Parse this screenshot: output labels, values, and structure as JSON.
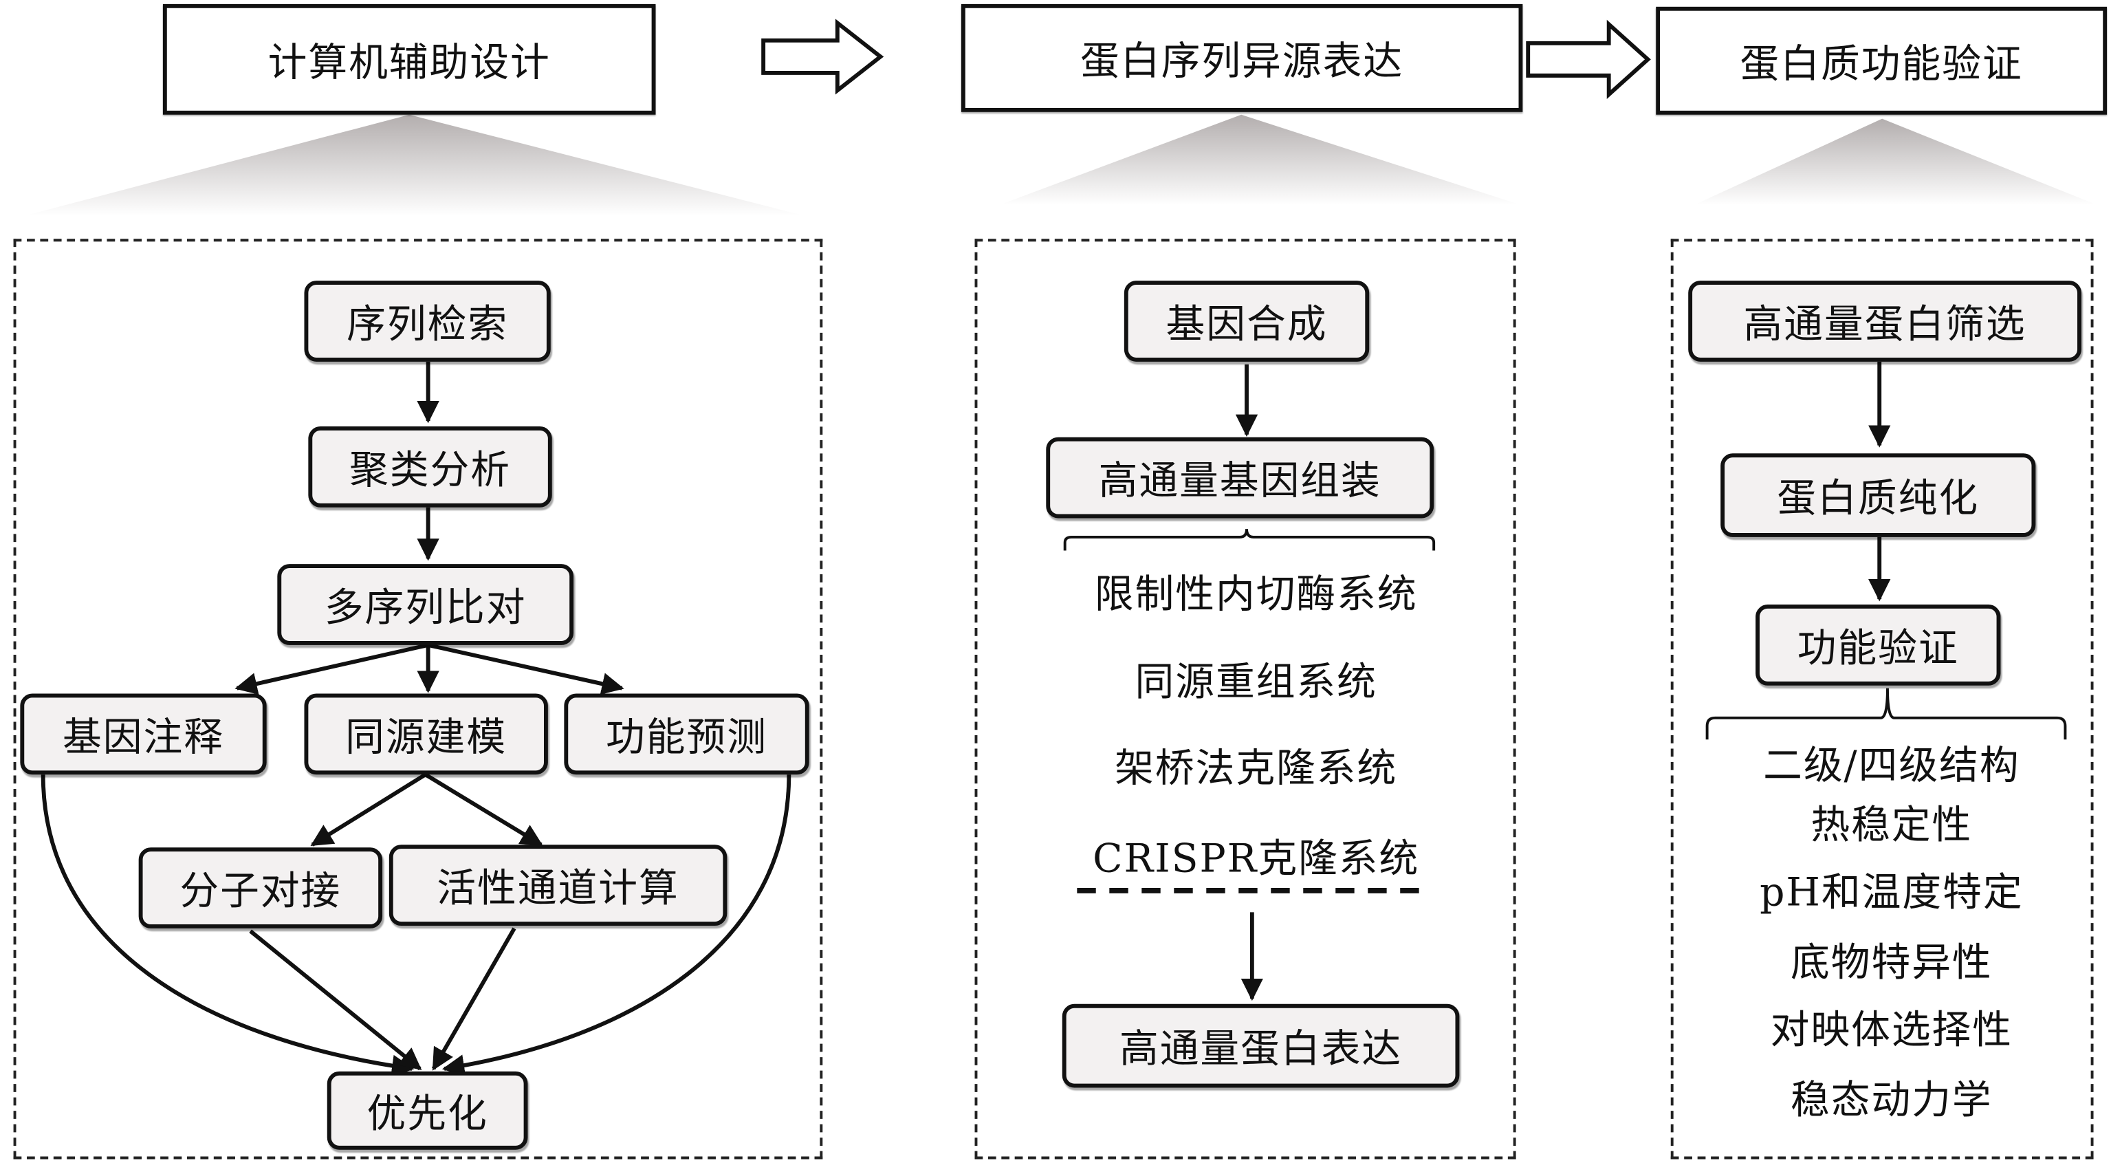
{
  "stages": [
    {
      "id": "design",
      "title": "计算机辅助设计"
    },
    {
      "id": "expression",
      "title": "蛋白序列异源表达"
    },
    {
      "id": "validation",
      "title": "蛋白质功能验证"
    }
  ],
  "design": {
    "nodes": {
      "seq_search": "序列检索",
      "clustering": "聚类分析",
      "msa": "多序列比对",
      "gene_annotation": "基因注释",
      "homology_modeling": "同源建模",
      "function_prediction": "功能预测",
      "docking": "分子对接",
      "channel_calc": "活性通道计算",
      "prioritization": "优先化"
    }
  },
  "expression": {
    "gene_synthesis": "基因合成",
    "gene_assembly": "高通量基因组装",
    "assembly_methods": [
      "限制性内切酶系统",
      "同源重组系统",
      "架桥法克隆系统",
      "CRISPR克隆系统"
    ],
    "protein_expression": "高通量蛋白表达"
  },
  "validation": {
    "screening": "高通量蛋白筛选",
    "purification": "蛋白质纯化",
    "functional_validation": "功能验证",
    "properties": [
      "二级/四级结构",
      "热稳定性",
      "pH和温度特定",
      "底物特异性",
      "对映体选择性",
      "稳态动力学"
    ]
  },
  "colors": {
    "line": "#111111",
    "node_fill": "#f3f1f1",
    "fan_gray": "#b8b3b3"
  }
}
